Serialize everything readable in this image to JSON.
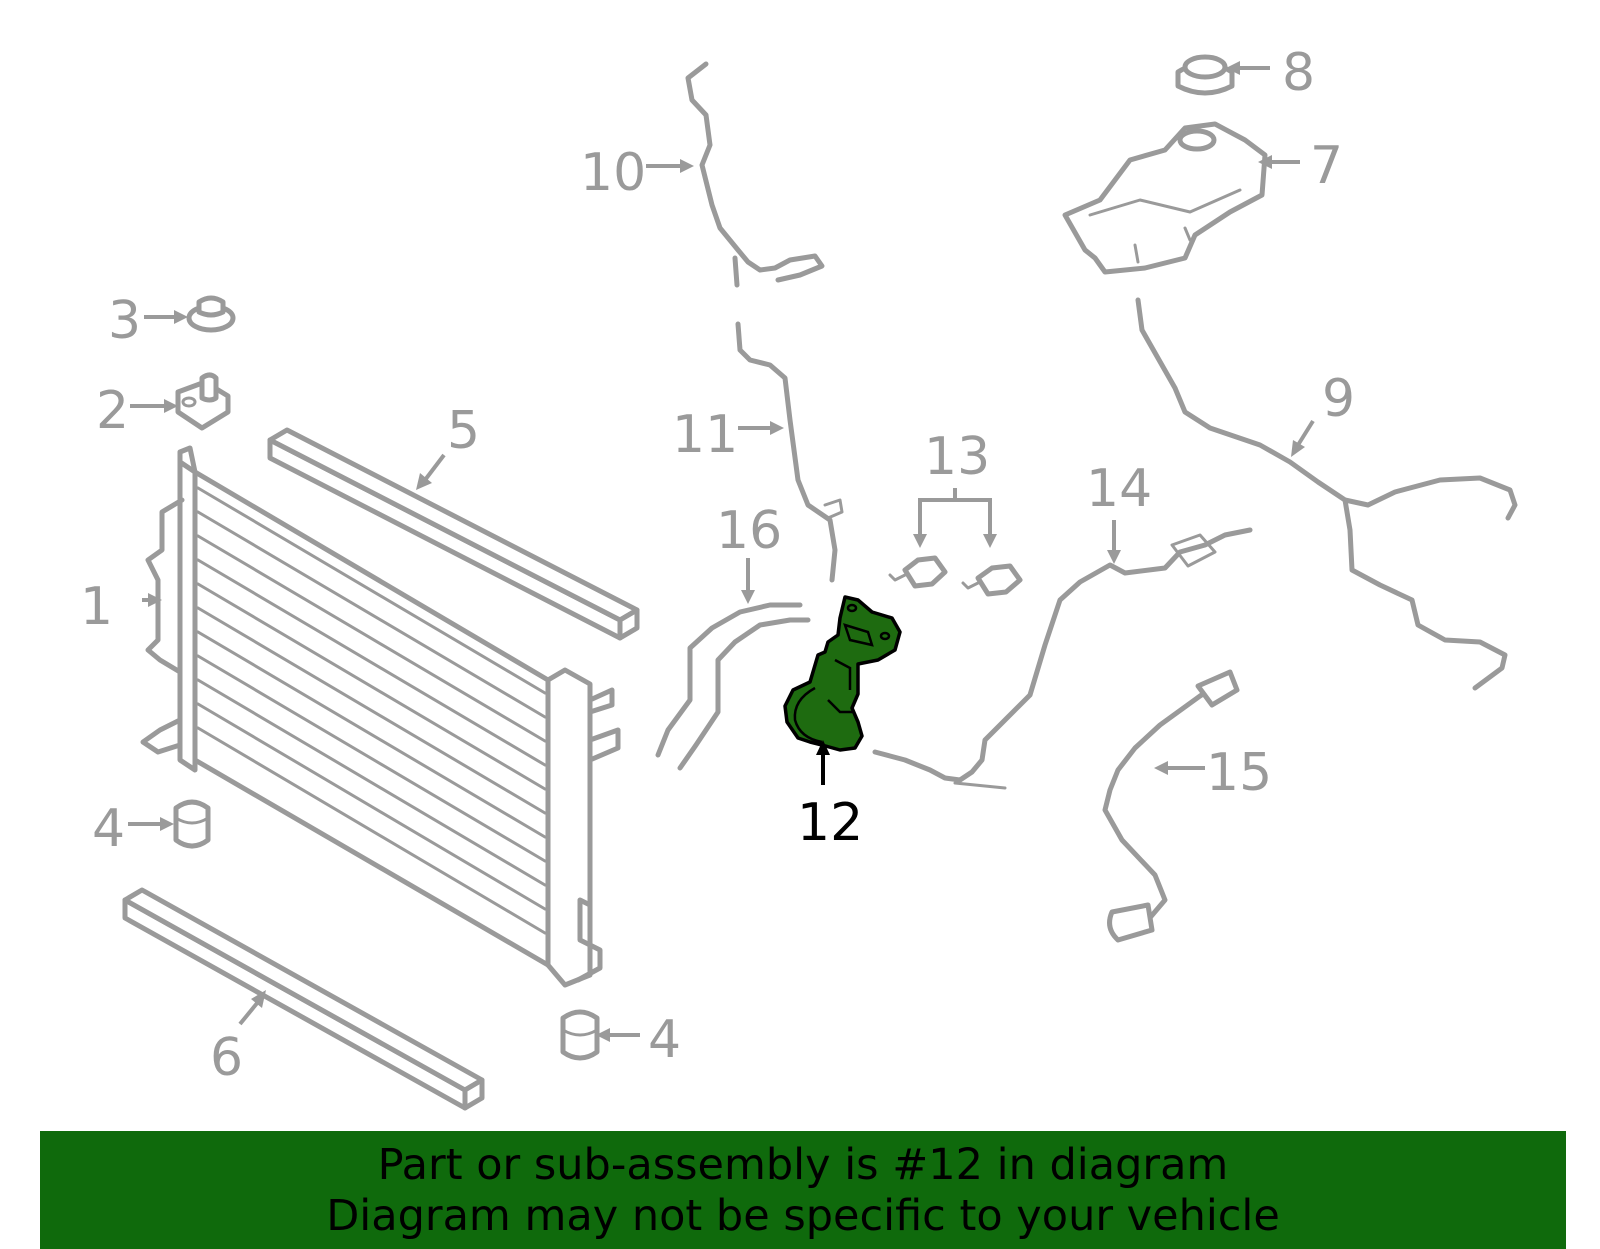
{
  "callouts": {
    "c1": "1",
    "c2": "2",
    "c3": "3",
    "c4a": "4",
    "c4b": "4",
    "c5": "5",
    "c6": "6",
    "c7": "7",
    "c8": "8",
    "c9": "9",
    "c10": "10",
    "c11": "11",
    "c12": "12",
    "c13": "13",
    "c14": "14",
    "c15": "15",
    "c16": "16"
  },
  "highlight": {
    "part_number": "12",
    "color": "#1e6b10"
  },
  "banner": {
    "line1": "Part or sub-assembly is #12 in diagram",
    "line2": "Diagram may not be specific to your vehicle",
    "color": "#0f6a0c"
  },
  "colors": {
    "parts": "#9a9a9a",
    "highlight_outline": "#000000"
  }
}
